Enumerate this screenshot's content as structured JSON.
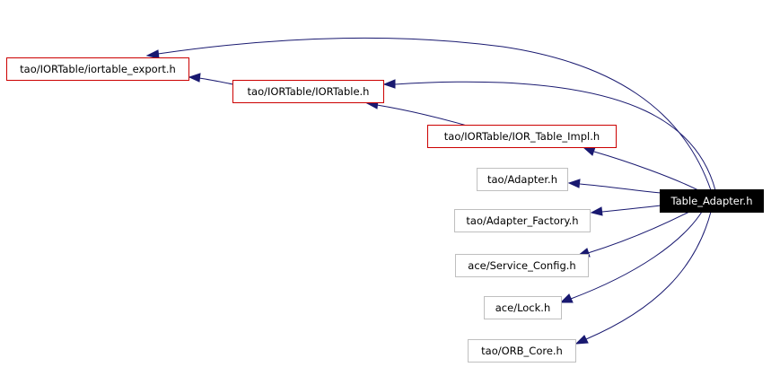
{
  "diagram": {
    "root": {
      "label": "Table_Adapter.h"
    },
    "nodes": {
      "iortable_export": {
        "label": "tao/IORTable/iortable_export.h"
      },
      "iortable": {
        "label": "tao/IORTable/IORTable.h"
      },
      "ior_table_impl": {
        "label": "tao/IORTable/IOR_Table_Impl.h"
      },
      "adapter": {
        "label": "tao/Adapter.h"
      },
      "adapter_factory": {
        "label": "tao/Adapter_Factory.h"
      },
      "service_config": {
        "label": "ace/Service_Config.h"
      },
      "lock": {
        "label": "ace/Lock.h"
      },
      "orb_core": {
        "label": "tao/ORB_Core.h"
      }
    },
    "colors": {
      "edge": "#191970",
      "documented_border": "#cc0000",
      "undocumented_border": "#bfbfbf",
      "root_fill": "#000000",
      "root_text": "#ffffff"
    }
  }
}
